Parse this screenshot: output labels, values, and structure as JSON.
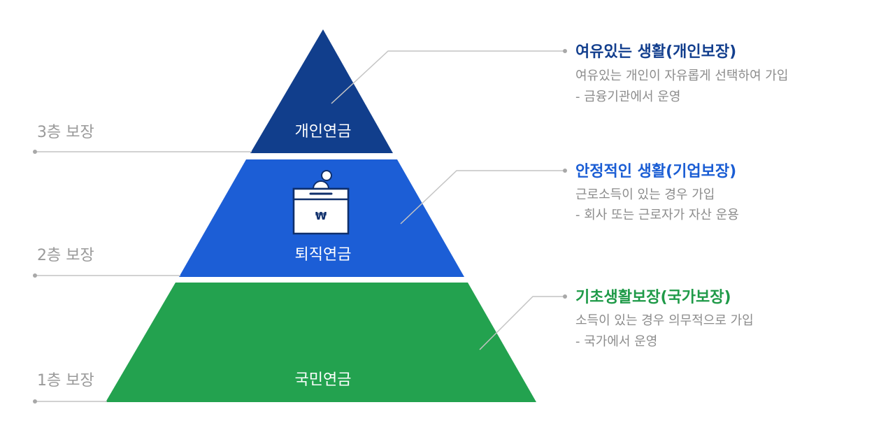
{
  "colors": {
    "tier3": "#113e8c",
    "tier2": "#1c5ed6",
    "tier1": "#23a24f",
    "tier3_title": "#133f8e",
    "tier2_title": "#1a5dd4",
    "tier1_title": "#1f9a48",
    "connector": "#c4c4c4",
    "label_gray": "#9a9a9a",
    "desc_gray": "#8c8c8c"
  },
  "tiers": [
    {
      "level_label": "3층 보장",
      "name": "개인연금",
      "title": "여유있는 생활(개인보장)",
      "lines": [
        "여유있는 개인이 자유롭게 선택하여 가입",
        "- 금융기관에서 운영"
      ]
    },
    {
      "level_label": "2층 보장",
      "name": "퇴직연금",
      "title": "안정적인 생활(기업보장)",
      "lines": [
        "근로소득이 있는 경우 가입",
        "- 회사 또는 근로자가 자산 운용"
      ],
      "icon": "savings-box-icon",
      "icon_symbol": "₩"
    },
    {
      "level_label": "1층 보장",
      "name": "국민연금",
      "title": "기초생활보장(국가보장)",
      "lines": [
        "소득이 있는 경우 의무적으로 가입",
        "- 국가에서 운영"
      ]
    }
  ]
}
